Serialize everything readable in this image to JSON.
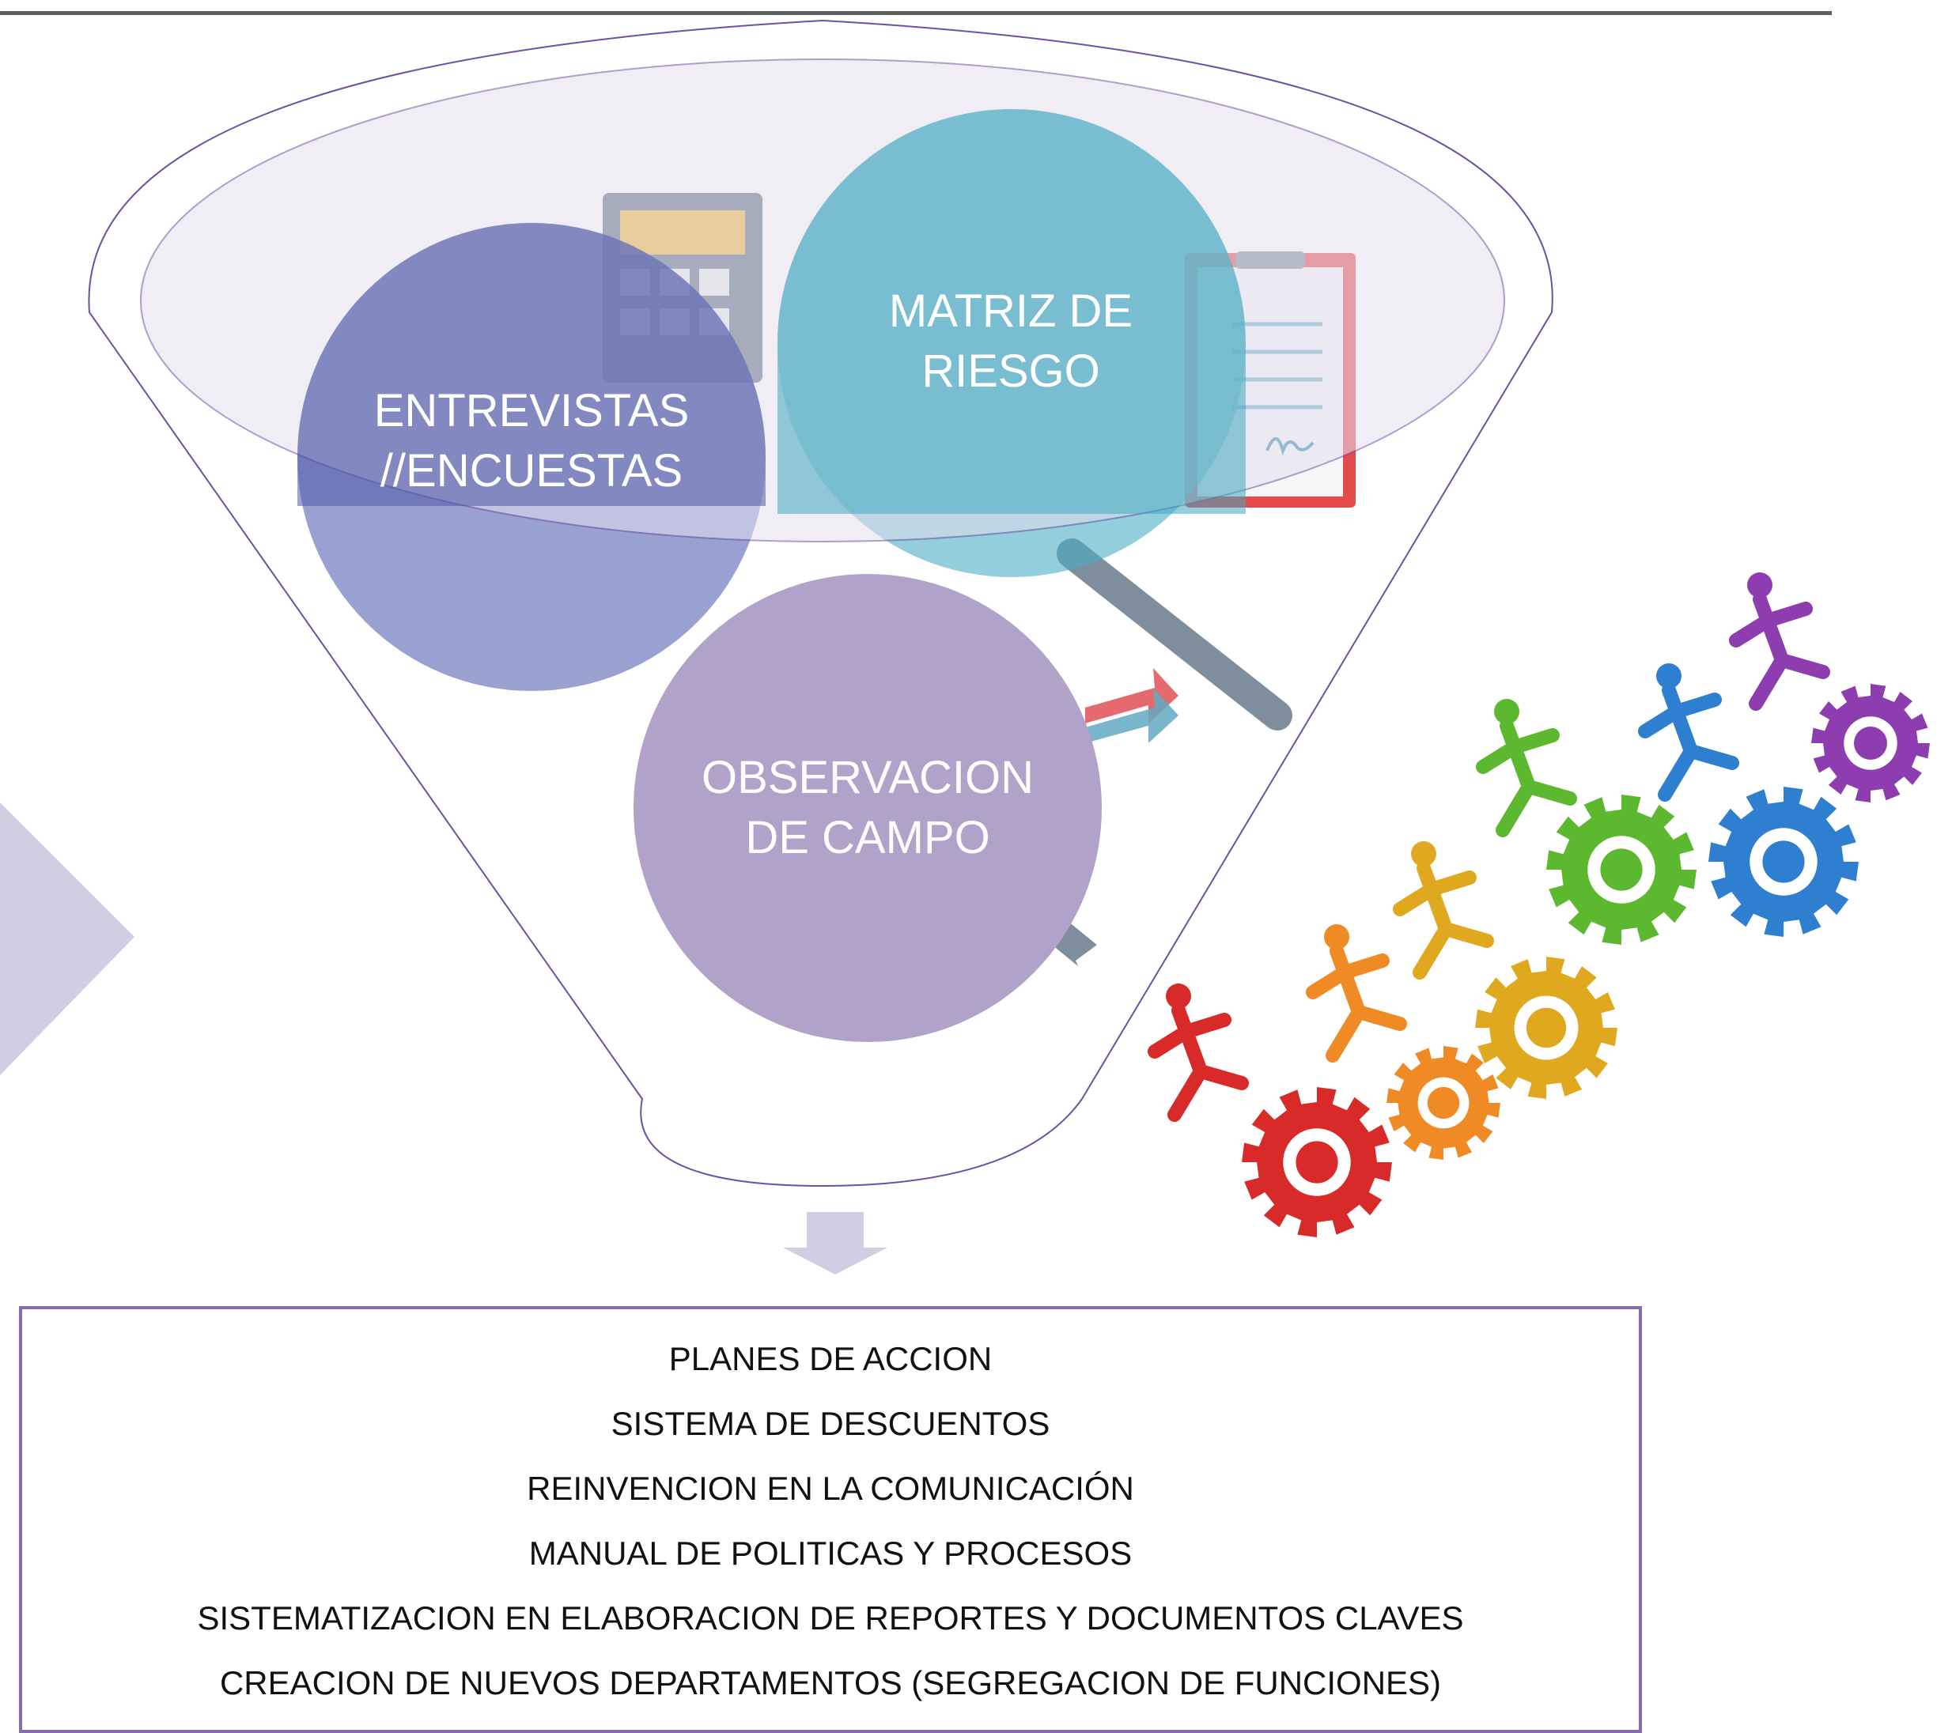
{
  "colors": {
    "entrevistas": "#5a67b4",
    "matriz": "#4aadc5",
    "observacion": "#b0a2c8",
    "funnel_outline": "#6f4fa5",
    "box_border": "#8b6bb0",
    "arrow": "#d3cde3"
  },
  "circles": {
    "entrevistas": "ENTREVISTAS\n//ENCUESTAS",
    "matriz": "MATRIZ DE\nRIESGO",
    "observacion": "OBSERVACION\nDE CAMPO"
  },
  "results": [
    "PLANES DE ACCION",
    "SISTEMA DE DESCUENTOS",
    "REINVENCION EN LA COMUNICACIÓN",
    "MANUAL DE POLITICAS Y PROCESOS",
    "SISTEMATIZACION EN ELABORACION DE REPORTES Y DOCUMENTOS CLAVES",
    "CREACION DE NUEVOS DEPARTAMENTOS (SEGREGACION DE FUNCIONES)"
  ],
  "icons": {
    "background": "calculator-and-clipboard-icon",
    "decoration": "people-climbing-gears-icon",
    "left_shape": "chevron-arrow-icon",
    "down_arrow": "down-arrow-icon"
  }
}
